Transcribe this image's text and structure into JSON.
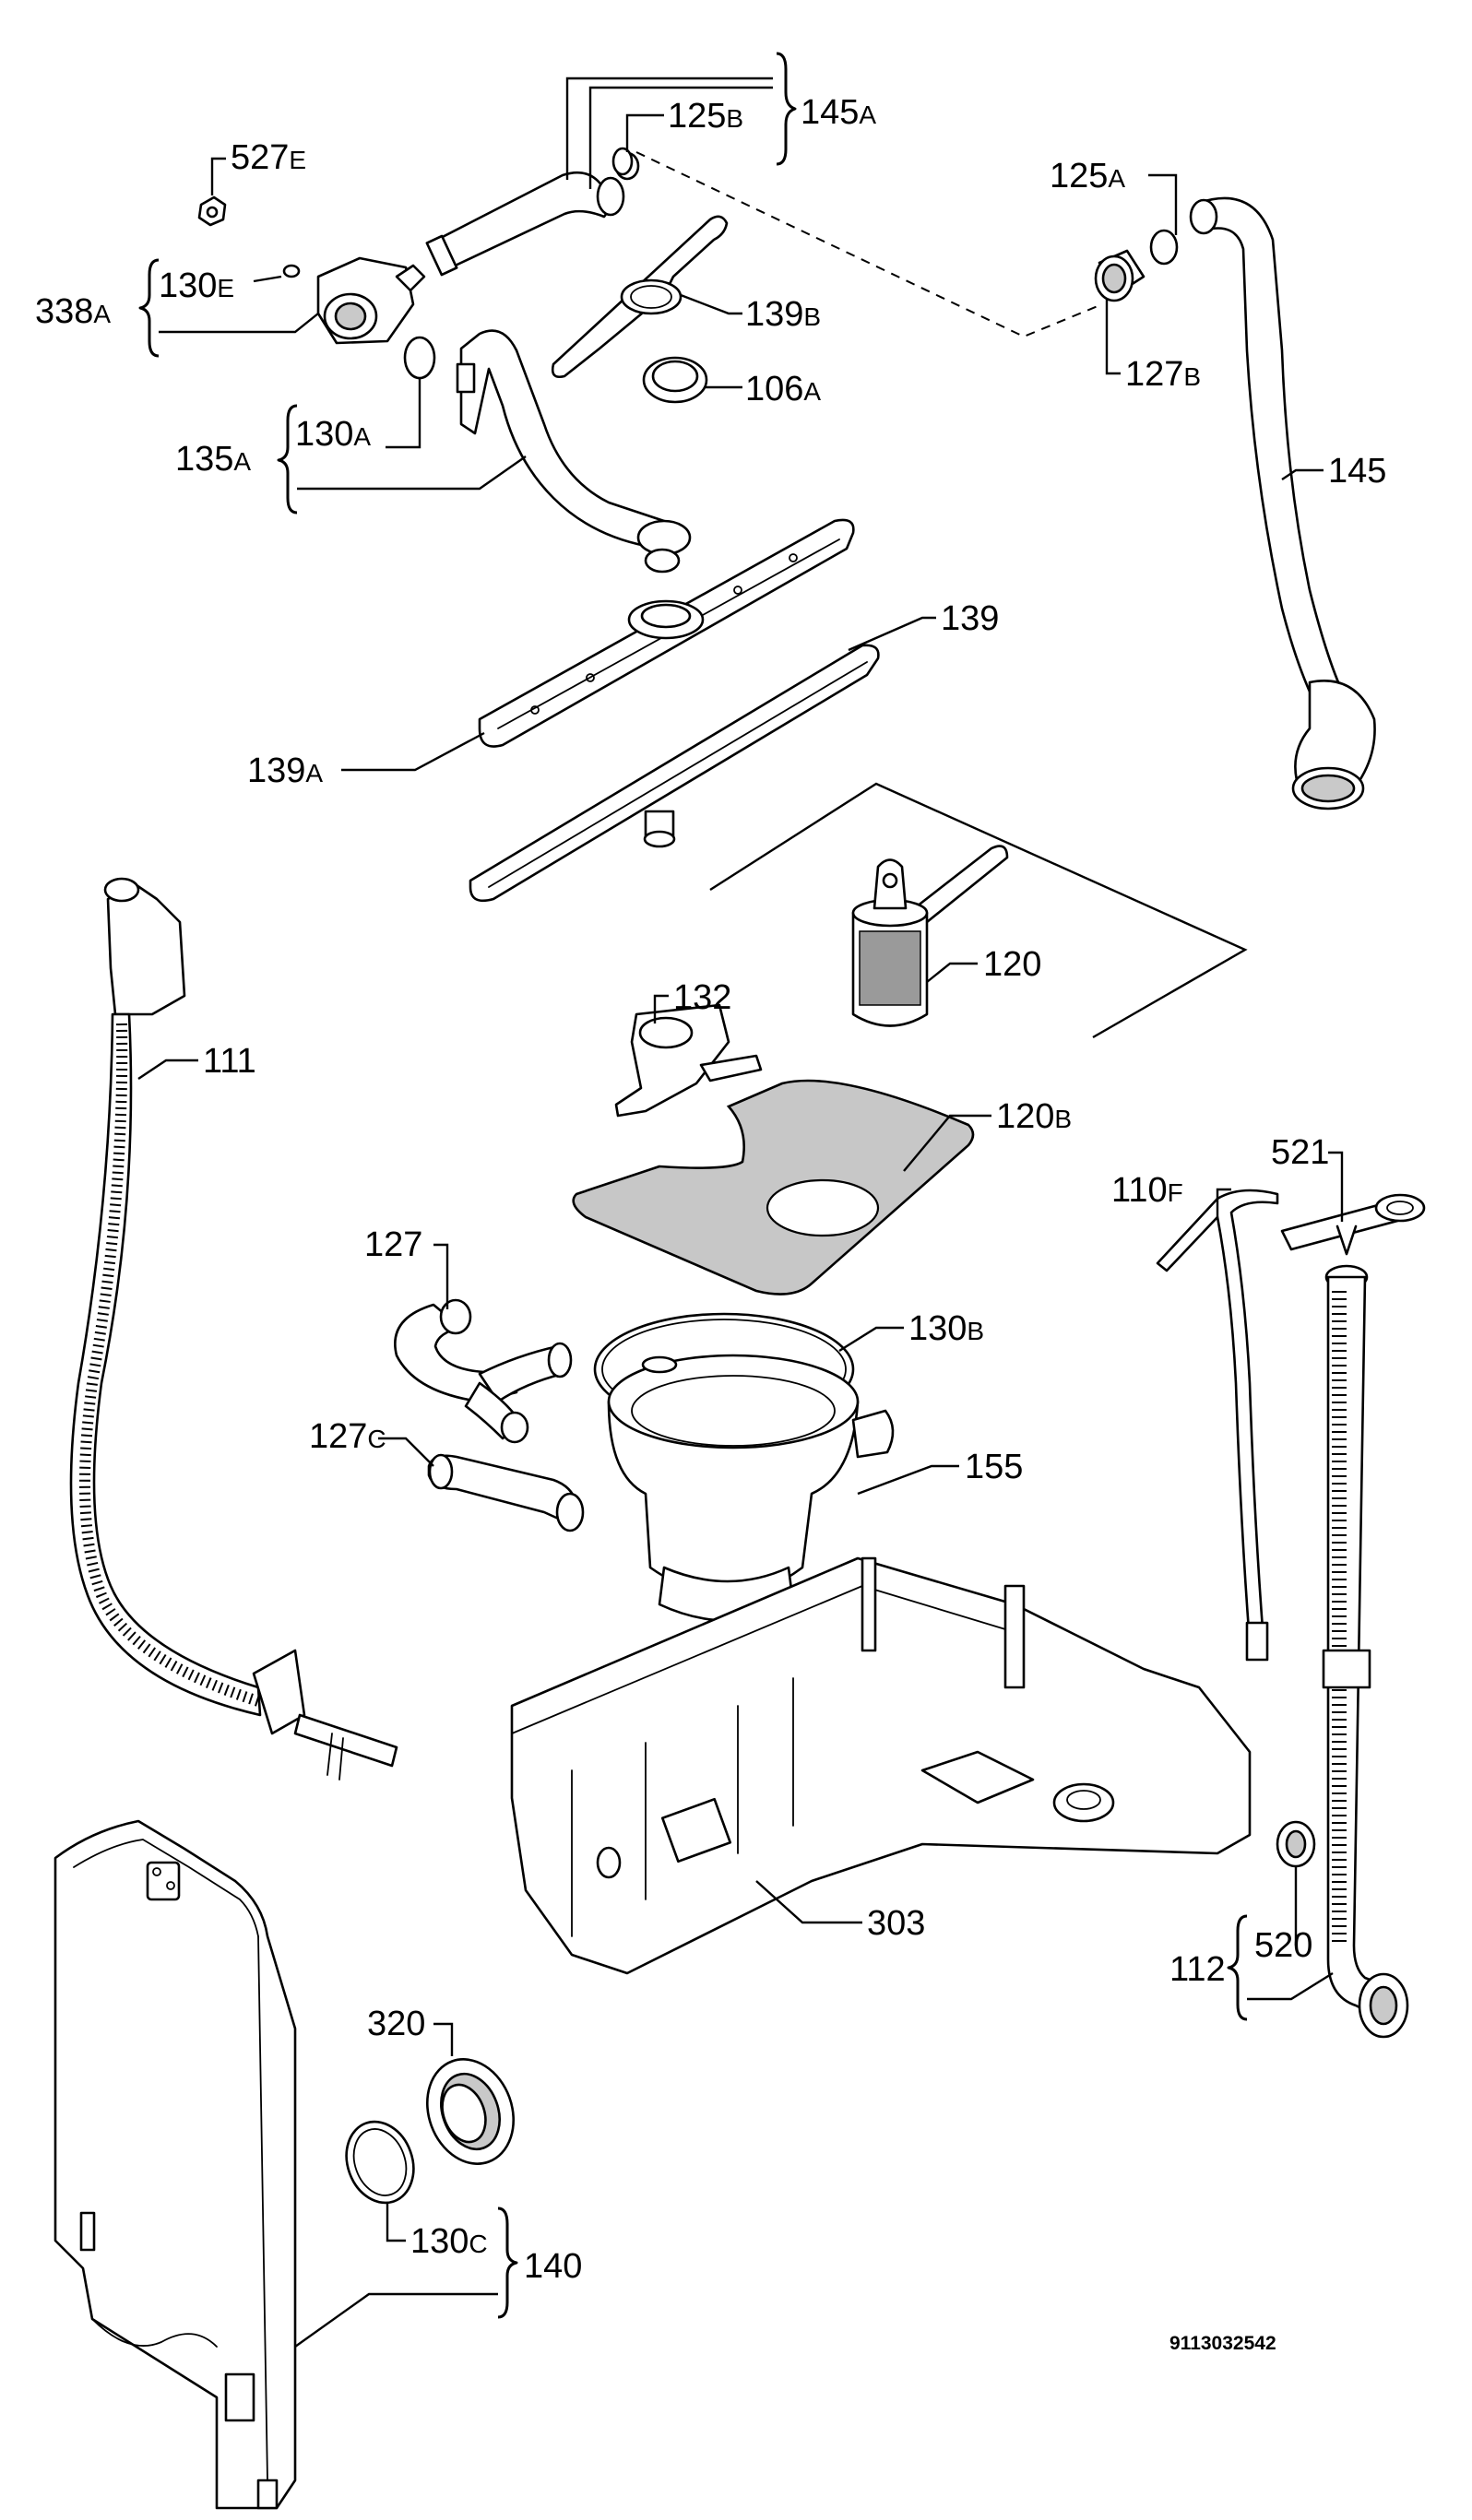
{
  "diagram": {
    "labels": {
      "p145a": {
        "num": "145",
        "sfx": "A"
      },
      "p125b": {
        "num": "125",
        "sfx": "B"
      },
      "p527e": {
        "num": "527",
        "sfx": "E"
      },
      "p125a": {
        "num": "125",
        "sfx": "A"
      },
      "p338a": {
        "num": "338",
        "sfx": "A"
      },
      "p130e": {
        "num": "130",
        "sfx": "E"
      },
      "p139b": {
        "num": "139",
        "sfx": "B"
      },
      "p127b": {
        "num": "127",
        "sfx": "B"
      },
      "p106a": {
        "num": "106",
        "sfx": "A"
      },
      "p135a": {
        "num": "135",
        "sfx": "A"
      },
      "p130a": {
        "num": "130",
        "sfx": "A"
      },
      "p145": {
        "num": "145",
        "sfx": ""
      },
      "p139": {
        "num": "139",
        "sfx": ""
      },
      "p139a": {
        "num": "139",
        "sfx": "A"
      },
      "p120": {
        "num": "120",
        "sfx": ""
      },
      "p132": {
        "num": "132",
        "sfx": ""
      },
      "p111": {
        "num": "111",
        "sfx": ""
      },
      "p120b": {
        "num": "120",
        "sfx": "B"
      },
      "p521": {
        "num": "521",
        "sfx": ""
      },
      "p110f": {
        "num": "110",
        "sfx": "F"
      },
      "p127": {
        "num": "127",
        "sfx": ""
      },
      "p130b": {
        "num": "130",
        "sfx": "B"
      },
      "p127c": {
        "num": "127",
        "sfx": "C"
      },
      "p155": {
        "num": "155",
        "sfx": ""
      },
      "p303": {
        "num": "303",
        "sfx": ""
      },
      "p112": {
        "num": "112",
        "sfx": ""
      },
      "p520": {
        "num": "520",
        "sfx": ""
      },
      "p320": {
        "num": "320",
        "sfx": ""
      },
      "p130c": {
        "num": "130",
        "sfx": "C"
      },
      "p140": {
        "num": "140",
        "sfx": ""
      }
    },
    "drawing_code": "9113032542"
  }
}
